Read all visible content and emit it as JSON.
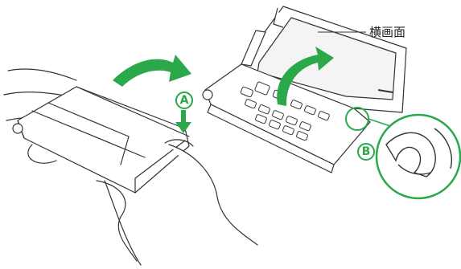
{
  "labels": {
    "screen_label": "横画面",
    "marker_a": "A",
    "marker_b": "B"
  },
  "colors": {
    "accent_green": "#2aa84a",
    "line": "#333333",
    "detail_green": "#3fae4f"
  },
  "icons": {
    "rotate_arrow_left": "curved-arrow-icon",
    "rotate_arrow_right": "curved-arrow-icon",
    "press_arrow": "down-arrow-icon"
  }
}
